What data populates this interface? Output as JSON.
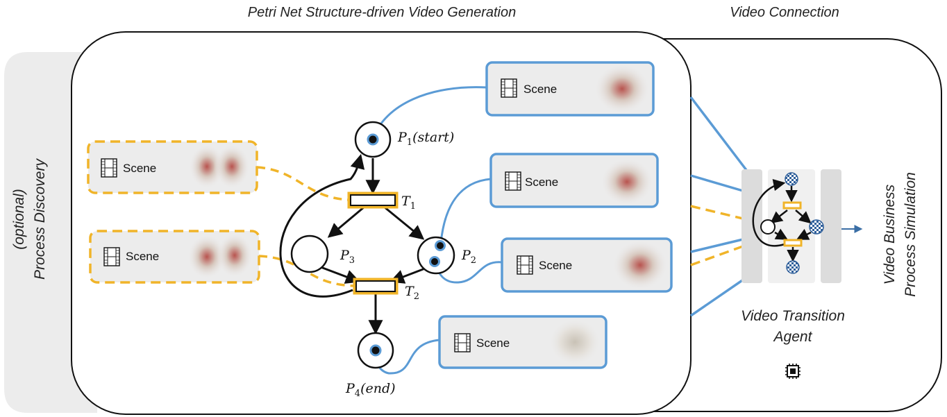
{
  "headings": {
    "main": "Petri Net Structure-driven Video Generation",
    "right": "Video Connection"
  },
  "side_labels": {
    "left_line1": "(optional)",
    "left_line2": "Process Discovery",
    "right_line1": "Video Business",
    "right_line2": "Process Simulation"
  },
  "agent": {
    "line1": "Video Transition",
    "line2": "Agent",
    "icon": "chip-icon"
  },
  "places": {
    "p1": {
      "name": "P",
      "sub": "1",
      "arg": "(start)"
    },
    "p2": {
      "name": "P",
      "sub": "2",
      "arg": ""
    },
    "p3": {
      "name": "P",
      "sub": "3",
      "arg": ""
    },
    "p4": {
      "name": "P",
      "sub": "4",
      "arg": "(end)"
    }
  },
  "transitions": {
    "t1": {
      "name": "T",
      "sub": "1"
    },
    "t2": {
      "name": "T",
      "sub": "2"
    }
  },
  "scenes": {
    "label": "Scene",
    "icon": "film-strip-icon"
  },
  "colors": {
    "blue": "#5b9bd5",
    "orange": "#f0b429",
    "panel_gray": "#ececec",
    "dark": "#111111"
  }
}
